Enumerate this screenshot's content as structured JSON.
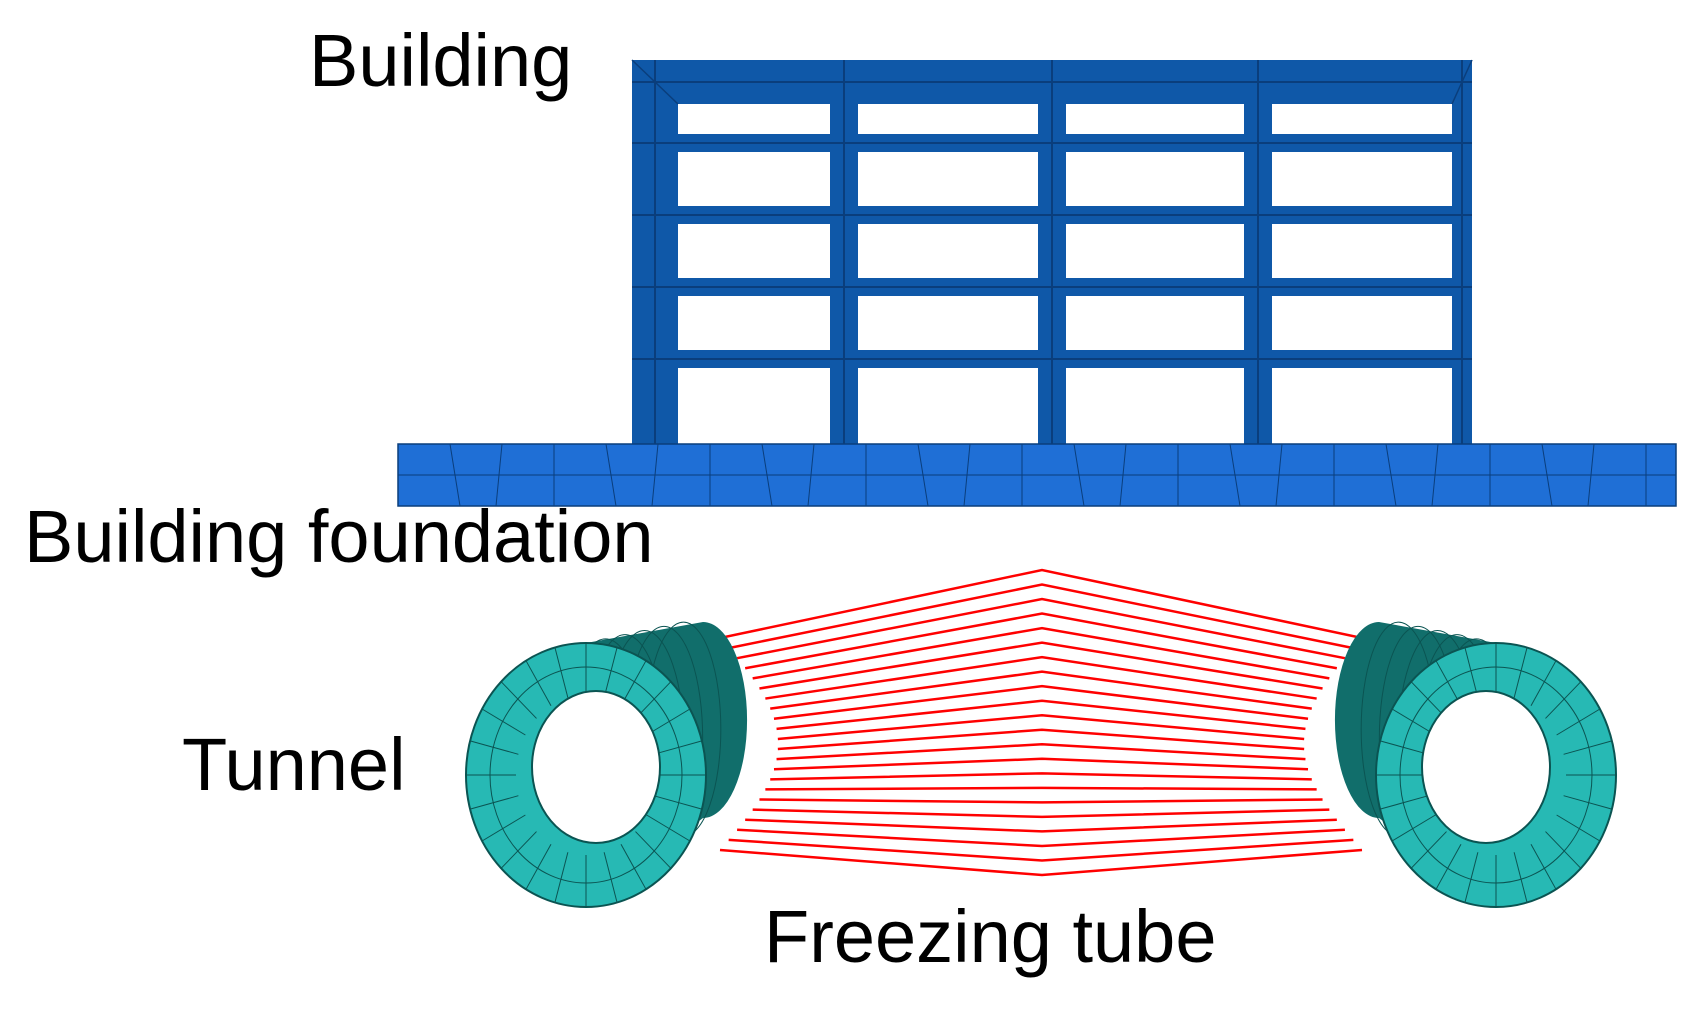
{
  "labels": {
    "building": "Building",
    "foundation": "Building foundation",
    "tunnel": "Tunnel",
    "freezing_tube": "Freezing tube"
  },
  "colors": {
    "building": "#0f58a8",
    "building_dark": "#0a3e7c",
    "foundation": "#1f6fd6",
    "tunnel": "#27b9b4",
    "tunnel_dark": "#116e6b",
    "freezing_tube": "#ff0000"
  },
  "structure": {
    "building_bays": 4,
    "building_storeys": 5
  }
}
